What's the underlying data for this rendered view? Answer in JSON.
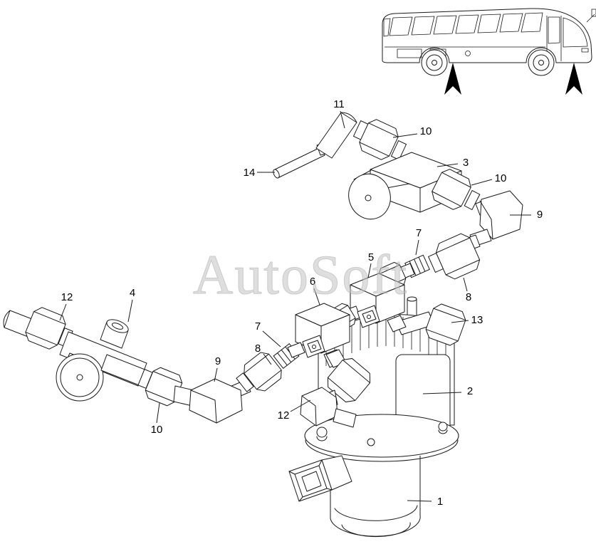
{
  "watermark": {
    "text": "AutoSoft",
    "color": "#c4c4c4"
  },
  "colors": {
    "line": "#1a1a1a",
    "background": "#ffffff",
    "arrow": "#000000"
  },
  "callouts": [
    {
      "label": "11"
    },
    {
      "label": "10"
    },
    {
      "label": "14"
    },
    {
      "label": "3"
    },
    {
      "label": "10"
    },
    {
      "label": "9"
    },
    {
      "label": "7"
    },
    {
      "label": "5"
    },
    {
      "label": "8"
    },
    {
      "label": "6"
    },
    {
      "label": "13"
    },
    {
      "label": "12"
    },
    {
      "label": "4"
    },
    {
      "label": "9"
    },
    {
      "label": "7"
    },
    {
      "label": "8"
    },
    {
      "label": "10"
    },
    {
      "label": "12"
    },
    {
      "label": "2"
    },
    {
      "label": "1"
    }
  ]
}
